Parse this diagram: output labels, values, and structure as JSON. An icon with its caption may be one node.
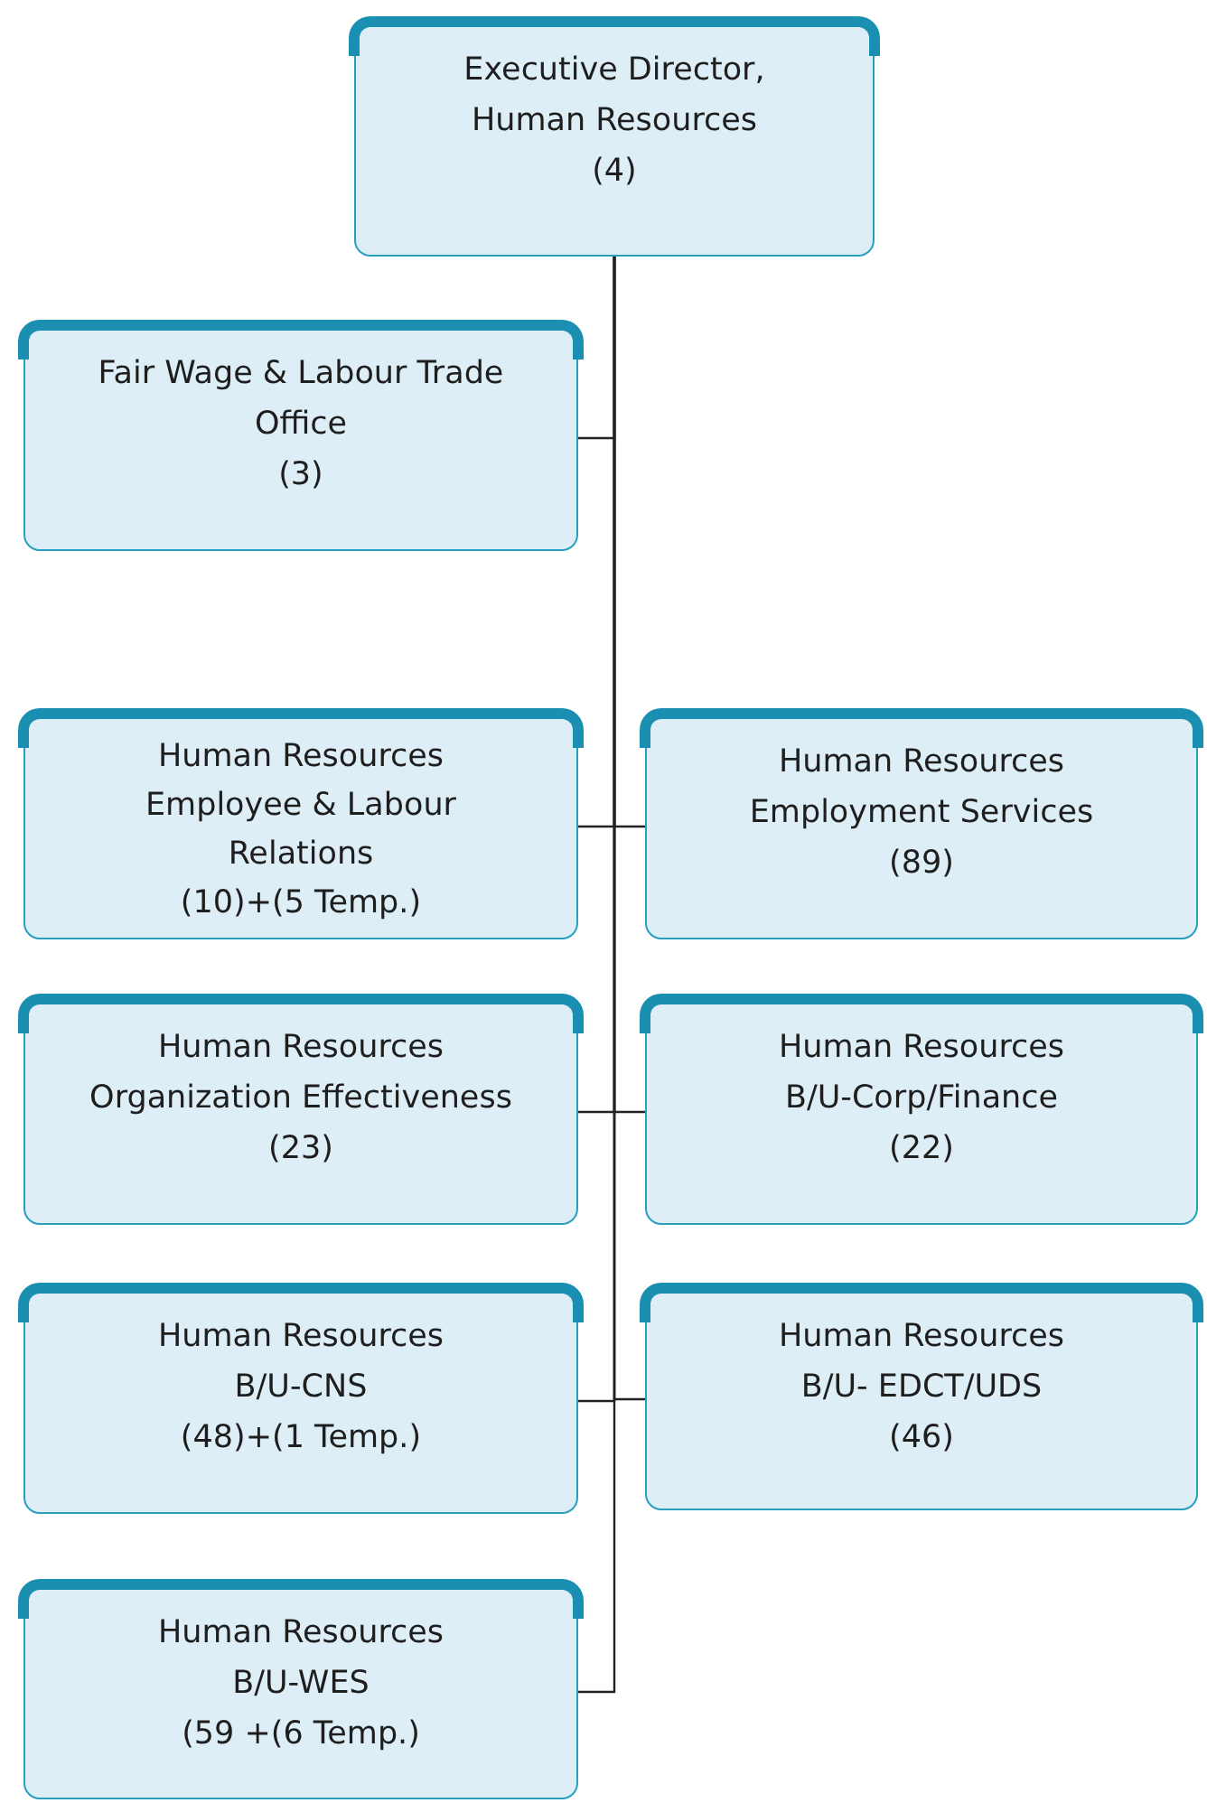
{
  "diagram": {
    "nodes": [
      {
        "text": [
          "Executive Director, Human Resources",
          "(4)"
        ]
      },
      {
        "text": [
          "Fair Wage & Labour Trade Office",
          "(3)"
        ]
      },
      {
        "text": [
          "Human Resources",
          "Employee & Labour Relations",
          "(10)+(5 Temp.)"
        ]
      },
      {
        "text": [
          "Human Resources",
          "Employment Services",
          "(89)"
        ]
      },
      {
        "text": [
          "Human Resources",
          "Organization Effectiveness",
          "(23)"
        ]
      },
      {
        "text": [
          "Human Resources",
          "B/U-Corp/Finance",
          "(22)"
        ]
      },
      {
        "text": [
          "Human Resources",
          "B/U-CNS",
          "(48)+(1 Temp.)"
        ]
      },
      {
        "text": [
          "Human Resources",
          "B/U- EDCT/UDS",
          "(46)"
        ]
      },
      {
        "text": [
          "Human Resources",
          "B/U-WES",
          "(59 +(6 Temp.)"
        ]
      }
    ],
    "edges": [
      {
        "from": 0,
        "to": 1,
        "arrow": "none"
      },
      {
        "from": 0,
        "to": 2,
        "arrow": "none"
      },
      {
        "from": 0,
        "to": 3,
        "arrow": "none"
      },
      {
        "from": 0,
        "to": 4,
        "arrow": "none"
      },
      {
        "from": 0,
        "to": 5,
        "arrow": "none"
      },
      {
        "from": 0,
        "to": 6,
        "arrow": "none"
      },
      {
        "from": 0,
        "to": 7,
        "arrow": "none"
      },
      {
        "from": 0,
        "to": 8,
        "arrow": "none"
      }
    ]
  }
}
